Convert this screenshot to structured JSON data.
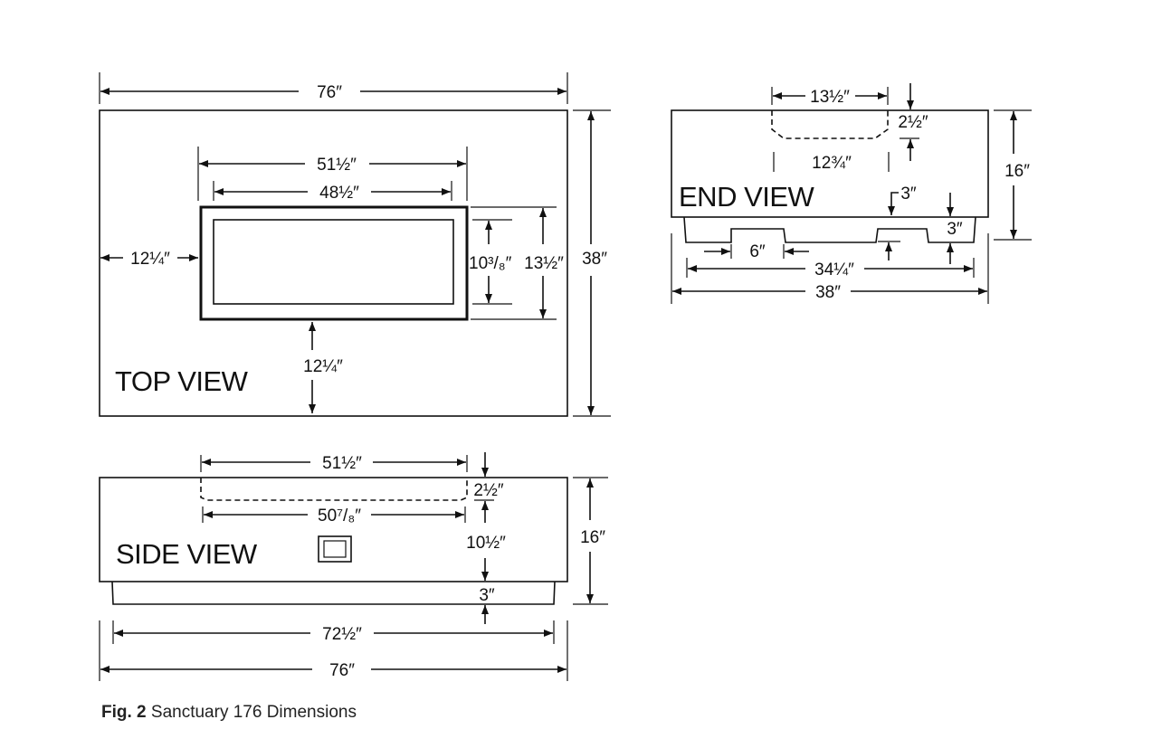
{
  "top_view": {
    "title": "TOP VIEW",
    "overall_length": "76″",
    "overall_width": "38″",
    "opening_outer_length": "51½″",
    "opening_inner_length": "48½″",
    "opening_outer_width": "13½″",
    "opening_inner_width": "10³/₈″",
    "side_offset": "12¼″",
    "front_offset": "12¼″"
  },
  "side_view": {
    "title": "SIDE VIEW",
    "recess_outer_length": "51½″",
    "recess_inner_length": "50⁷/₈″",
    "recess_depth": "2½″",
    "recess_to_base": "10½″",
    "height": "16″",
    "base_height": "3″",
    "base_length": "72½″",
    "overall_length": "76″"
  },
  "end_view": {
    "title": "END VIEW",
    "recess_outer_width": "13½″",
    "recess_inner_width": "12¾″",
    "recess_depth": "2½″",
    "height": "16″",
    "notch_depth": "3″",
    "base_step": "3″",
    "notch_width": "6″",
    "base_width": "34¼″",
    "overall_width": "38″"
  },
  "caption": {
    "label": "Fig. 2",
    "text": "Sanctuary 176 Dimensions"
  }
}
